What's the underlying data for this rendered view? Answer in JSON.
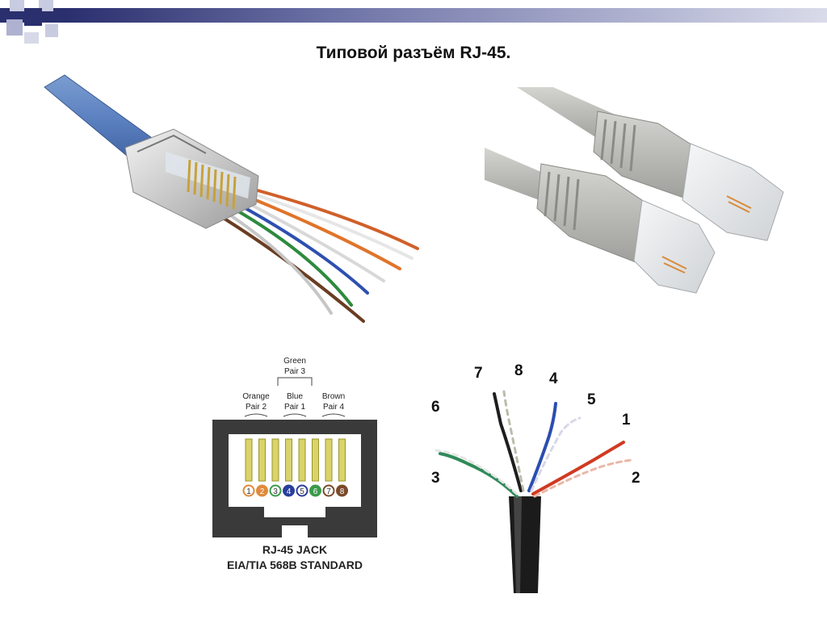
{
  "slide": {
    "title": "Типовой разъём RJ-45.",
    "colors": {
      "accent_dark": "#2a2f6e",
      "accent_light": "#b9bcd6"
    }
  },
  "jack_diagram": {
    "pair_labels": {
      "green_pair": {
        "color": "Green",
        "pair": "Pair 3"
      },
      "orange_pair": {
        "color": "Orange",
        "pair": "Pair 2"
      },
      "blue_pair": {
        "color": "Blue",
        "pair": "Pair 1"
      },
      "brown_pair": {
        "color": "Brown",
        "pair": "Pair 4"
      }
    },
    "pins": [
      "1",
      "2",
      "3",
      "4",
      "5",
      "6",
      "7",
      "8"
    ],
    "caption_line1": "RJ-45 JACK",
    "caption_line2": "EIA/TIA 568B STANDARD"
  },
  "wire_numbers": {
    "n1": "1",
    "n2": "2",
    "n3": "3",
    "n4": "4",
    "n5": "5",
    "n6": "6",
    "n7": "7",
    "n8": "8"
  }
}
